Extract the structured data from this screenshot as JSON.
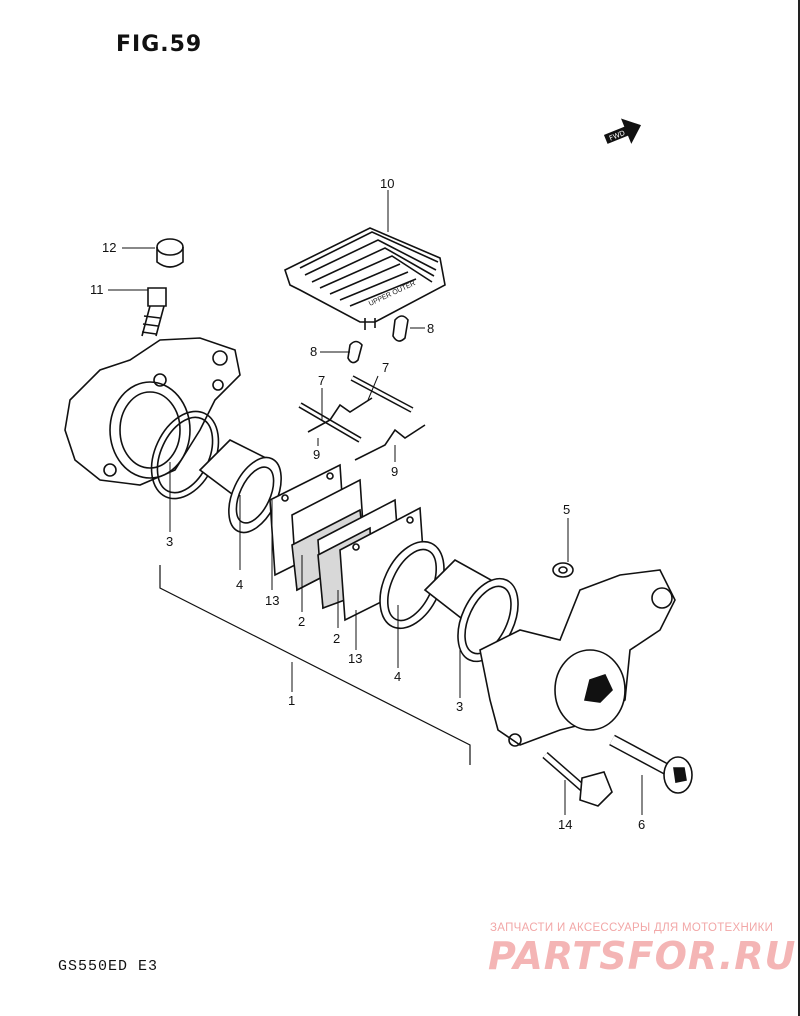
{
  "figure": {
    "title": "FIG.59",
    "model": "GS550ED E3"
  },
  "fwd_badge": "FWD",
  "callouts": {
    "c1": "1",
    "c2a": "2",
    "c2b": "2",
    "c3a": "3",
    "c3b": "3",
    "c4a": "4",
    "c4b": "4",
    "c5": "5",
    "c6": "6",
    "c7a": "7",
    "c7b": "7",
    "c8a": "8",
    "c8b": "8",
    "c9a": "9",
    "c9b": "9",
    "c10": "10",
    "c11": "11",
    "c12": "12",
    "c13a": "13",
    "c13b": "13",
    "c14": "14"
  },
  "watermark": {
    "subtitle": "ЗАПЧАСТИ И АКСЕССУАРЫ ДЛЯ МОТОТЕХНИКИ",
    "brand": "PARTSFOR.RU"
  }
}
